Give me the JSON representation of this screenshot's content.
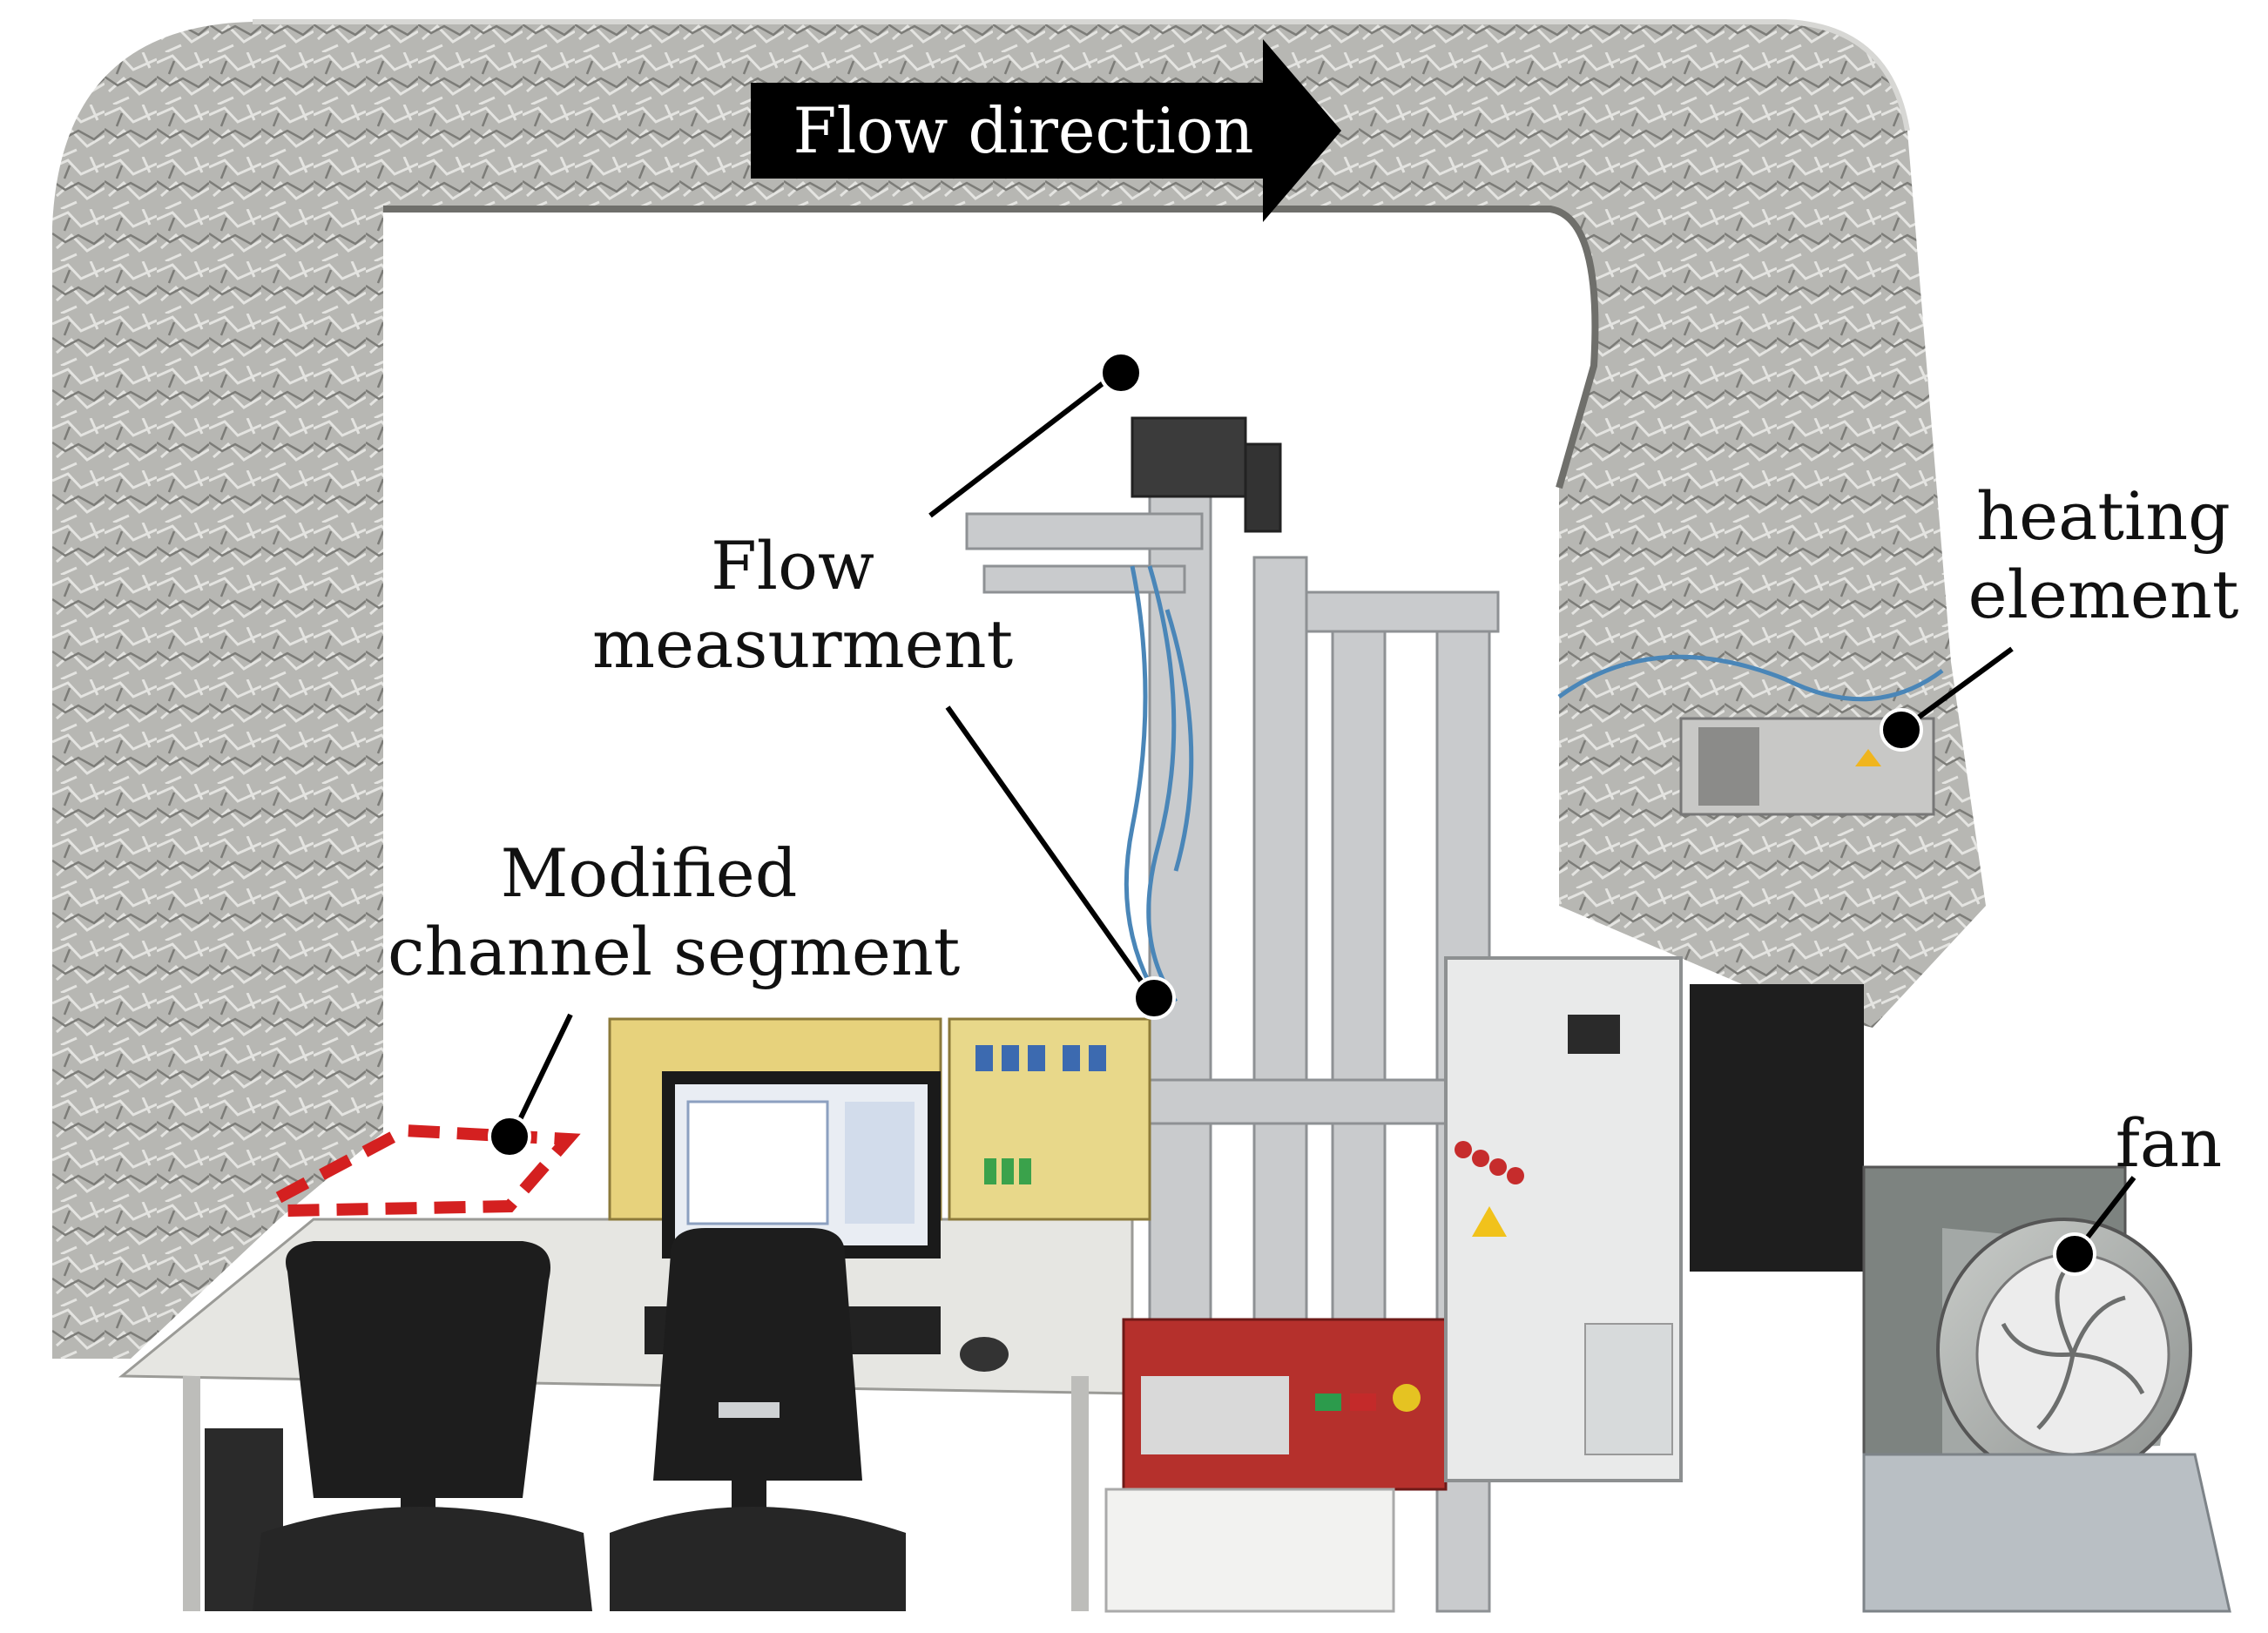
{
  "annotations": {
    "flow_direction": "Flow direction",
    "flow_measurement": [
      "Flow",
      "measurment"
    ],
    "heating_element": [
      "heating",
      "element"
    ],
    "modified_channel_segment": [
      "Modified",
      "channel segment"
    ],
    "fan": "fan"
  },
  "colors": {
    "background": "#ffffff",
    "foil": "#b9b9b6",
    "frame": "#c8cacc",
    "arrow": "#000000",
    "dashed_outline": "#d42020",
    "marker": "#000000"
  }
}
